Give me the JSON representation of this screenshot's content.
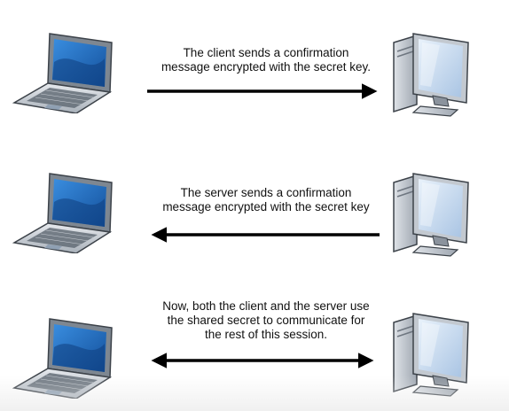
{
  "steps": [
    {
      "direction": "client-to-server",
      "lines": [
        "The client sends a confirmation",
        "message encrypted with the secret key."
      ]
    },
    {
      "direction": "server-to-client",
      "lines": [
        "The server sends a confirmation",
        "message encrypted with the secret key"
      ]
    },
    {
      "direction": "bidirectional",
      "lines": [
        "Now, both the client and the server use",
        "the shared secret to communicate for",
        "the rest of this session."
      ]
    }
  ],
  "icons": {
    "client": "laptop-icon",
    "server": "desktop-computer-icon"
  },
  "colors": {
    "arrow": "#000000",
    "screen_blue": "#1f63b5",
    "device_gray": "#9aa3ad"
  }
}
